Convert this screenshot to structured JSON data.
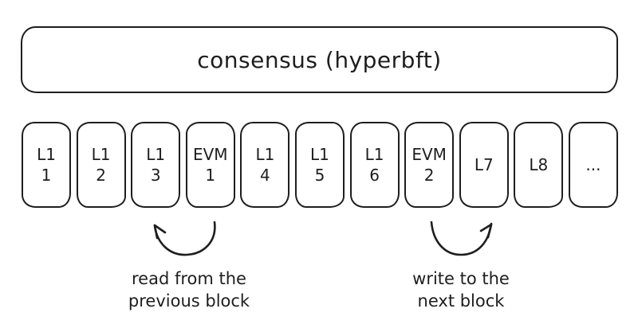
{
  "diagram": {
    "title": "consensus (hyperbft)",
    "blocks": [
      {
        "line1": "L1",
        "line2": "1"
      },
      {
        "line1": "L1",
        "line2": "2"
      },
      {
        "line1": "L1",
        "line2": "3"
      },
      {
        "line1": "EVM",
        "line2": "1"
      },
      {
        "line1": "L1",
        "line2": "4"
      },
      {
        "line1": "L1",
        "line2": "5"
      },
      {
        "line1": "L1",
        "line2": "6"
      },
      {
        "line1": "EVM",
        "line2": "2"
      },
      {
        "line1": "L7",
        "line2": ""
      },
      {
        "line1": "L8",
        "line2": ""
      },
      {
        "line1": "...",
        "line2": ""
      }
    ],
    "annotations": {
      "read": {
        "line1": "read from the",
        "line2": "previous block"
      },
      "write": {
        "line1": "write to the",
        "line2": "next block"
      }
    },
    "colors": {
      "stroke": "#1e1e1e",
      "background": "#ffffff",
      "text": "#1e1e1e"
    }
  }
}
